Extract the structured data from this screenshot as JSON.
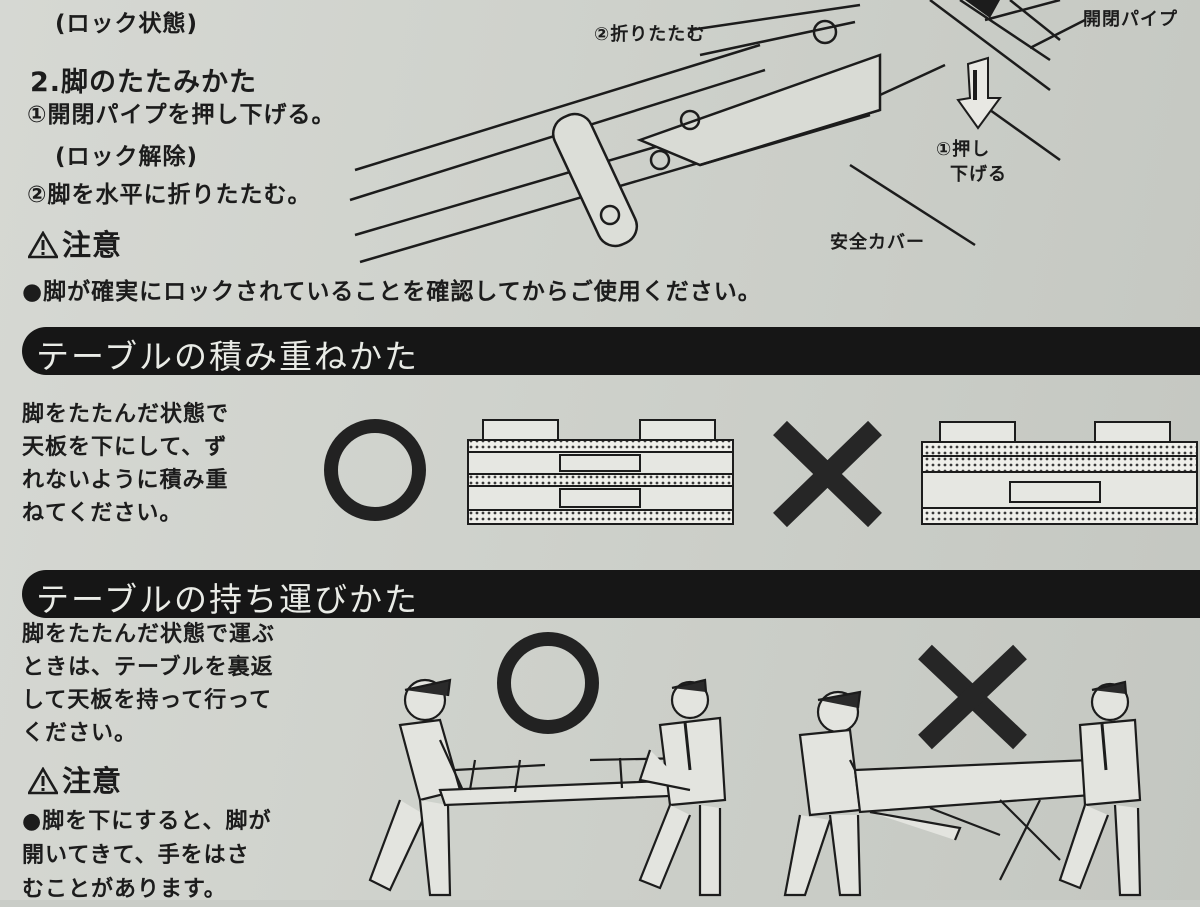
{
  "fold_section": {
    "lock_state": "(ロック状態)",
    "title": "2.脚のたたみかた",
    "step1": "①開閉パイプを押し下げる。",
    "step1_sub": "(ロック解除)",
    "step2": "②脚を水平に折りたたむ。",
    "caution_label": "注意",
    "caution_text": "●脚が確実にロックされていることを確認してからご使用ください。",
    "diagram_labels": {
      "fold": "②折りたたむ",
      "pipe": "開閉パイプ",
      "push_line1": "①押し",
      "push_line2": "下げる",
      "cover": "安全カバー"
    }
  },
  "stack_section": {
    "title": "テーブルの積み重ねかた",
    "text": "脚をたたんだ状態で\n天板を下にして、ず\nれないように積み重\nねてください。",
    "correct_icon": "circle-ok-icon",
    "wrong_icon": "cross-ng-icon"
  },
  "carry_section": {
    "title": "テーブルの持ち運びかた",
    "text": "脚をたたんだ状態で運ぶ\nときは、テーブルを裏返\nして天板を持って行って\nください。",
    "caution_label": "注意",
    "caution_text": "●脚を下にすると、脚が\n開いてきて、手をはさ\nむことがあります。",
    "correct_icon": "circle-ok-icon",
    "wrong_icon": "cross-ng-icon"
  },
  "colors": {
    "paper": "#cfd2cc",
    "ink": "#1c1c1c",
    "banner": "#161616",
    "banner_text": "#e9ebe6"
  }
}
